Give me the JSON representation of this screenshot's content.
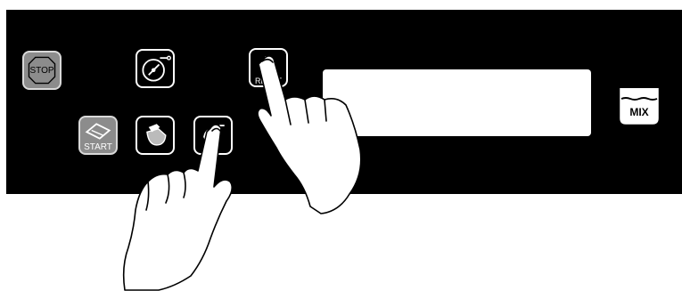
{
  "buttons": {
    "stop_label": "STOP",
    "start_label": "START",
    "reset_label": "RESET"
  },
  "mix": {
    "label": "MIX"
  },
  "colors": {
    "panel": "#000000",
    "button_grey": "#8c8c8c",
    "display": "#ffffff"
  },
  "icons": [
    "stop-icon",
    "timer-key-icon",
    "start-icon",
    "mixer-bowl-icon",
    "beater-icon",
    "reset-icon",
    "mix-bowl-icon",
    "pointing-hand-icon"
  ]
}
